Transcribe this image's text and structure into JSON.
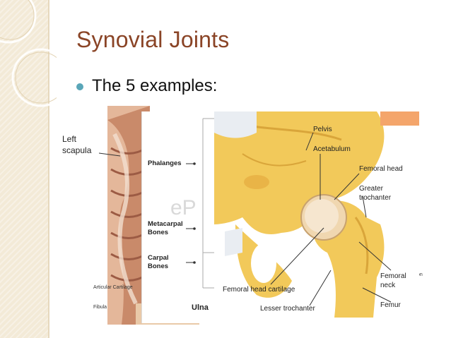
{
  "slide": {
    "title": "Synovial Joints",
    "bullet": "The 5 examples:"
  },
  "image_labels": {
    "scapula": [
      "Left",
      "scapula"
    ],
    "phalanges": "Phalanges",
    "metacarpal": [
      "Metacarpal",
      "Bones"
    ],
    "carpal": [
      "Carpal",
      "Bones"
    ],
    "ulna": "Ulna",
    "articular_cartilage": "Articular Cartilage",
    "fibula": "Fibula",
    "watermark": "eP",
    "pelvis": "Pelvis",
    "acetabulum": "Acetabulum",
    "femoral_head": "Femoral head",
    "greater_trochanter": [
      "Greater",
      "trochanter"
    ],
    "femoral_neck": [
      "Femoral",
      "neck"
    ],
    "femoral_head_cartilage": "Femoral head cartilage",
    "lesser_trochanter": "Lesser trochanter",
    "femur": "Femur",
    "fragment": "on"
  },
  "colors": {
    "title": "#8a4426",
    "bullet": "#5aa6b8",
    "bone": "#f2c95a",
    "bone_dark": "#d9a53a",
    "muscle": "#c98a6a"
  }
}
